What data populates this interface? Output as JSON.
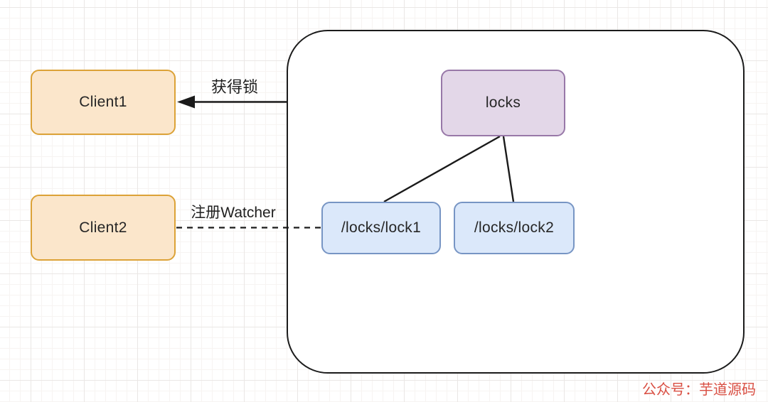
{
  "diagram": {
    "title_hint": "zookeeper-distributed-lock",
    "client1": {
      "label": "Client1"
    },
    "client2": {
      "label": "Client2"
    },
    "locks_root": {
      "label": "locks"
    },
    "lock1": {
      "label": "/locks/lock1"
    },
    "lock2": {
      "label": "/locks/lock2"
    },
    "edge_acquire": {
      "label": "获得锁",
      "style": "solid-arrow-left"
    },
    "edge_watcher": {
      "label": "注册Watcher",
      "style": "dashed"
    },
    "edge_root_lock1": {
      "style": "solid"
    },
    "edge_root_lock2": {
      "style": "solid"
    }
  },
  "watermark": {
    "text": "公众号：芋道源码"
  },
  "colors": {
    "client_fill": "#FBE6CB",
    "client_border": "#DCA237",
    "root_fill": "#E3D7E8",
    "root_border": "#9878A8",
    "znode_fill": "#DBE8FA",
    "znode_border": "#7795C4",
    "edge_stroke": "#1A1A1A",
    "container_border": "#1B1B1B",
    "watermark_red": "#D94F43",
    "grid_minor": "#F7F4F2",
    "grid_major": "#EAE7E5"
  }
}
